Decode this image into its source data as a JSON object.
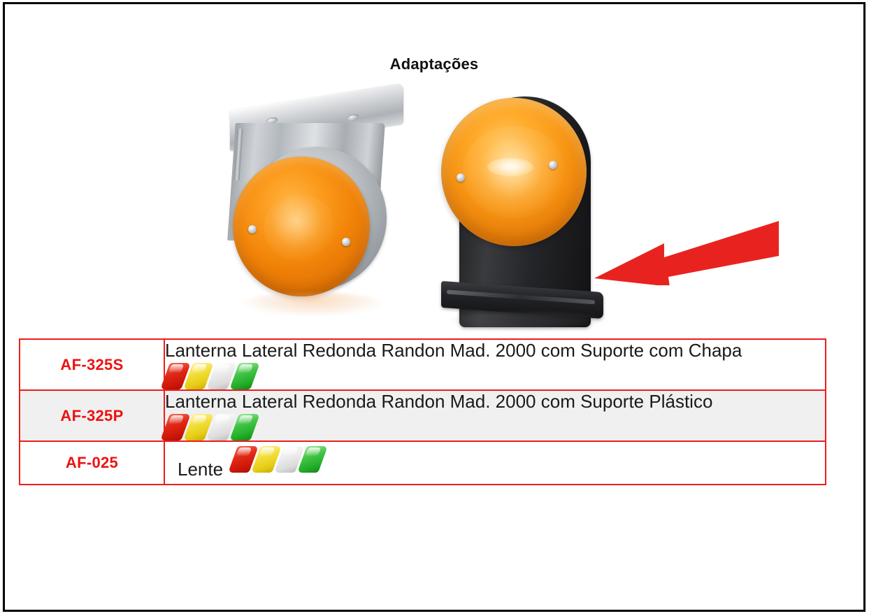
{
  "page": {
    "title": "Adaptações",
    "border_color": "#000000"
  },
  "photos": [
    {
      "name": "lanterna-suporte-chapa",
      "description": "Lanterna lateral redonda âmbar com suporte de chapa metálica"
    },
    {
      "name": "lanterna-suporte-plastico",
      "description": "Lanterna lateral redonda âmbar com suporte plástico preto"
    }
  ],
  "annotation": {
    "type": "arrow",
    "direction": "left",
    "color": "#e8231f"
  },
  "table": {
    "code_color": "#ee1111",
    "border_color": "#ee1c1c",
    "alt_row_background": "#f0f0f0",
    "rows": [
      {
        "code": "AF-325S",
        "description": "Lanterna Lateral Redonda Randon Mad. 2000 com Suporte com Chapa",
        "layout": "text-above-swatches",
        "colors": [
          "red",
          "yellow",
          "white",
          "green"
        ]
      },
      {
        "code": "AF-325P",
        "description": "Lanterna Lateral Redonda Randon Mad. 2000 com Suporte Plástico",
        "layout": "text-above-swatches",
        "colors": [
          "red",
          "yellow",
          "white",
          "green"
        ]
      },
      {
        "code": "AF-025",
        "description": "Lente",
        "layout": "text-inline-swatches",
        "colors": [
          "red",
          "yellow",
          "white",
          "green"
        ]
      }
    ]
  },
  "swatch_colors": {
    "red": "#e22a18",
    "yellow": "#f2df3c",
    "white": "#ededed",
    "green": "#44c447"
  }
}
